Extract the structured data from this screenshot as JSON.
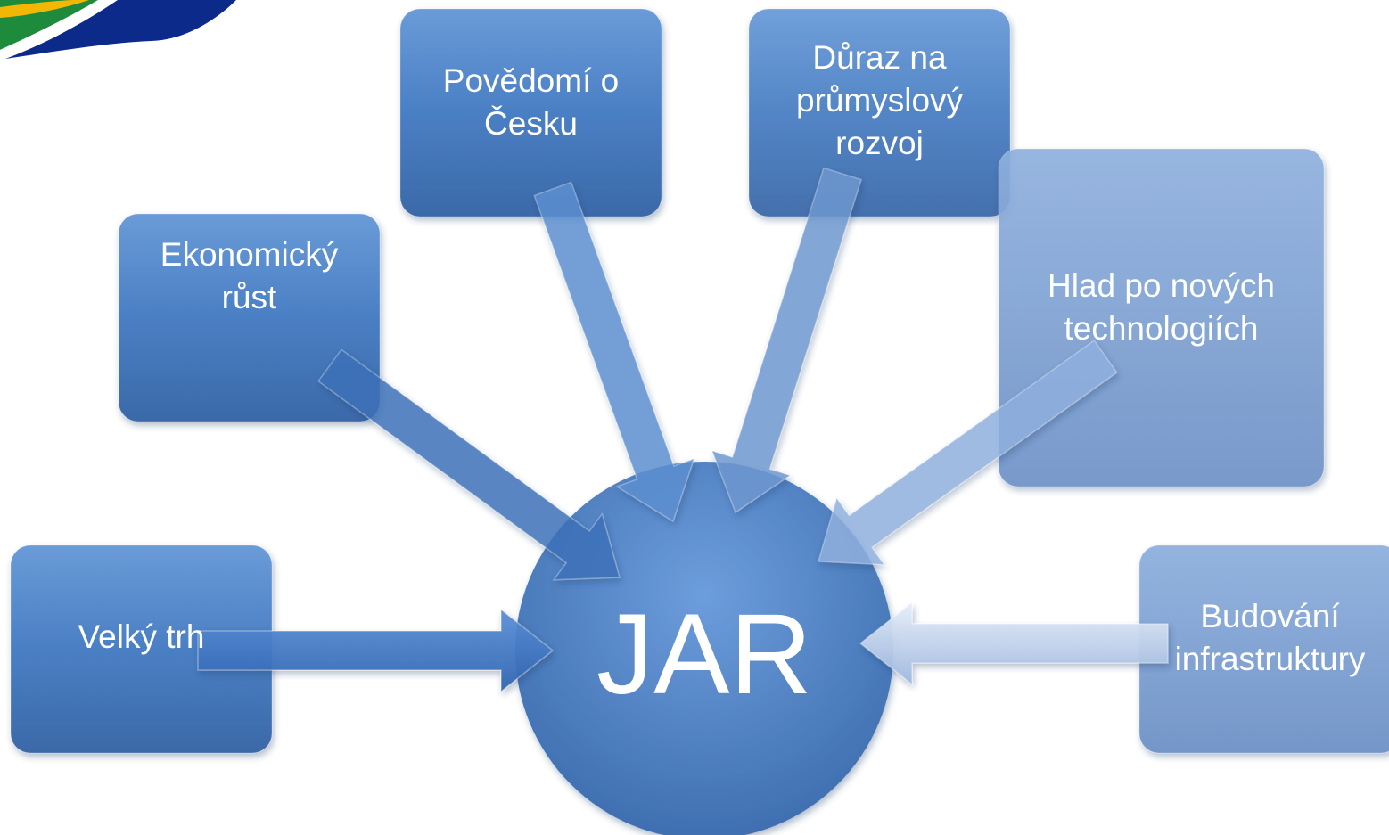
{
  "center": {
    "label": "JAR"
  },
  "factors": [
    {
      "id": "velky-trh",
      "lines": [
        "Velký trh"
      ]
    },
    {
      "id": "ekonomicky-rust",
      "lines": [
        "Ekonomický",
        "růst"
      ]
    },
    {
      "id": "povedomi-o-cesku",
      "lines": [
        "Povědomí o",
        "Česku"
      ]
    },
    {
      "id": "duraz-na-prumyslovy-rozvoj",
      "lines": [
        "Důraz na",
        "průmyslový",
        "rozvoj"
      ]
    },
    {
      "id": "hlad-po-novych-technologiich",
      "lines": [
        "Hlad po nových",
        "technologiích"
      ]
    },
    {
      "id": "budovani-infrastruktury",
      "lines": [
        "Budování",
        "infrastruktury"
      ]
    }
  ],
  "colors": {
    "flag_green": "#1e8a3c",
    "flag_yellow": "#f2b705",
    "flag_white": "#ffffff",
    "flag_blue": "#0b2a8a"
  }
}
